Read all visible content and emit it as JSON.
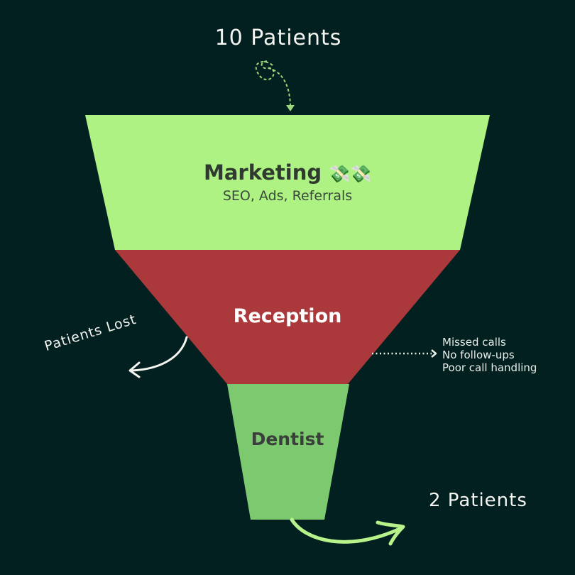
{
  "colors": {
    "background": "#022020",
    "marketing": "#aef283",
    "reception": "#ab383a",
    "dentist": "#7dc970",
    "arrow_green": "#b7f28a",
    "arrow_white": "#f4f4f0"
  },
  "funnel": {
    "top_count": "10 Patients",
    "bottom_count": "2 Patients",
    "lost_label": "Patients Lost",
    "stages": [
      {
        "title": "Marketing",
        "emoji": "💸💸",
        "subtitle": "SEO, Ads, Referrals"
      },
      {
        "title": "Reception"
      },
      {
        "title": "Dentist"
      }
    ],
    "issues": [
      "Missed calls",
      "No follow-ups",
      "Poor call handling"
    ],
    "icons": {
      "emoji_name": "money-with-wings-icon"
    }
  }
}
